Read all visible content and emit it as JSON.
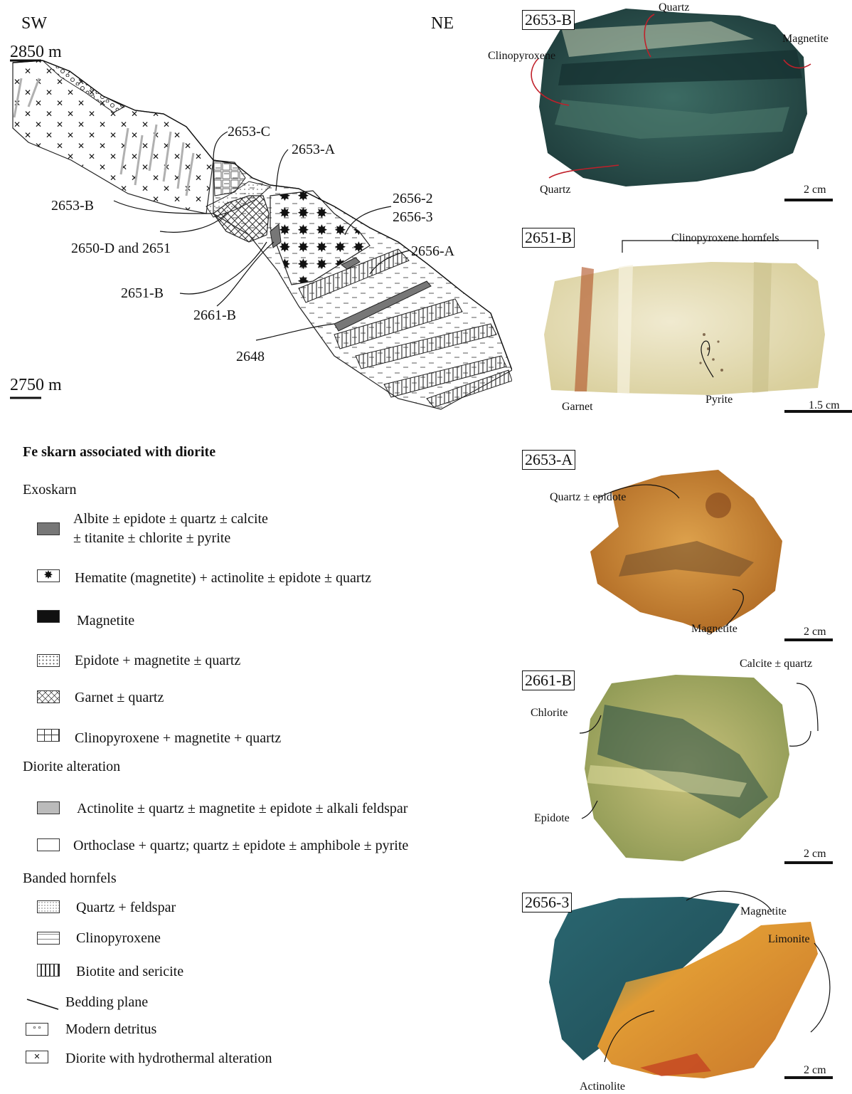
{
  "section": {
    "sw": "SW",
    "ne": "NE",
    "elev_top": "2850 m",
    "elev_bottom": "2750 m",
    "labels": {
      "s2653c": "2653-C",
      "s2653a": "2653-A",
      "s2656_2": "2656-2",
      "s2656_3": "2656-3",
      "s2653b": "2653-B",
      "s2650d": "2650-D and 2651",
      "s2656a": "2656-A",
      "s2651b": "2651-B",
      "s2661b": "2661-B",
      "s2648": "2648"
    }
  },
  "legend": {
    "title": "Fe skarn associated  with diorite",
    "exoskarn": "Exoskarn",
    "items_exo": [
      {
        "line1": "Albite ± epidote ± quartz ± calcite",
        "line2": " ± titanite ± chlorite ± pyrite"
      },
      {
        "line1": "Hematite (magnetite) + actinolite ± epidote ± quartz"
      },
      {
        "line1": "Magnetite"
      },
      {
        "line1": "Epidote + magnetite ± quartz"
      },
      {
        "line1": "Garnet ± quartz"
      },
      {
        "line1": "Clinopyroxene + magnetite + quartz"
      }
    ],
    "diorite_alteration": "Diorite alteration",
    "items_dio": [
      {
        "line1": "Actinolite ± quartz ± magnetite ± epidote ± alkali feldspar"
      },
      {
        "line1": "Orthoclase + quartz; quartz ± epidote ± amphibole ± pyrite"
      }
    ],
    "banded_hornfels": "Banded hornfels",
    "items_horn": [
      {
        "line1": "Quartz + feldspar"
      },
      {
        "line1": "Clinopyroxene"
      },
      {
        "line1": "Biotite and sericite"
      }
    ],
    "items_other": [
      {
        "line1": "Bedding plane"
      },
      {
        "line1": "Modern detritus"
      },
      {
        "line1": "Diorite with  hydrothermal alteration"
      }
    ]
  },
  "samples": [
    {
      "id": "2653-B",
      "labels": [
        "Quartz",
        "Magnetite",
        "Clinopyroxene",
        "Quartz"
      ],
      "scale": "2 cm"
    },
    {
      "id": "2651-B",
      "labels": [
        "Clinopyroxene hornfels",
        "Garnet",
        "Pyrite"
      ],
      "scale": "1.5 cm"
    },
    {
      "id": "2653-A",
      "labels": [
        "Quartz ± epidote",
        "Magnetite"
      ],
      "scale": "2 cm"
    },
    {
      "id": "2661-B",
      "labels": [
        "Chlorite",
        "Calcite ± quartz",
        "Epidote"
      ],
      "scale": "2 cm"
    },
    {
      "id": "2656-3",
      "labels": [
        "Magnetite",
        "Limonite",
        "Actinolite"
      ],
      "scale": "2 cm"
    }
  ],
  "colors": {
    "s2653b_main": "#2f5a55",
    "s2651b_main": "#e7e2bd",
    "s2653a_main": "#c98a35",
    "s2661b_main": "#c6bf7a",
    "s2656_3_main": "#2d6a72",
    "s2656_3_orange": "#d8902e",
    "leader": "#c0202a"
  }
}
